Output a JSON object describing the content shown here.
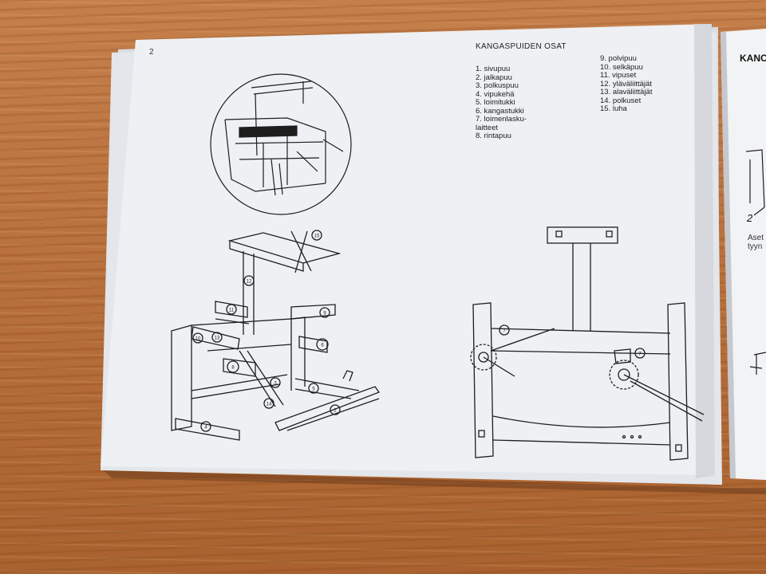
{
  "page": {
    "page_number": "2",
    "title": "KANGASPUIDEN OSAT",
    "parts_left": [
      "1. sivupuu",
      "2. jalkapuu",
      "3. polkuspuu",
      "4. vipukehä",
      "5. loimitukki",
      "6. kangastukki",
      "7. loimenlasku-",
      "laitteet",
      "8. rintapuu"
    ],
    "parts_right": [
      "9. polvipuu",
      "10. selkäpuu",
      "11. vipuset",
      "12. yläväliittäjät",
      "13. alaväliittäjät",
      "14. polkuset",
      "15. luha"
    ]
  },
  "next_page": {
    "heading": "KANC",
    "fragment_lines": [
      "Aset",
      "tyyn"
    ],
    "label": "2"
  },
  "colors": {
    "paper": "#eef0f3",
    "ink": "#1e1e1e",
    "wood": "#b9713d"
  },
  "callouts": [
    "15",
    "12",
    "11",
    "9",
    "10",
    "13",
    "6",
    "8",
    "4",
    "5",
    "3",
    "14",
    "2",
    "7",
    "7"
  ]
}
